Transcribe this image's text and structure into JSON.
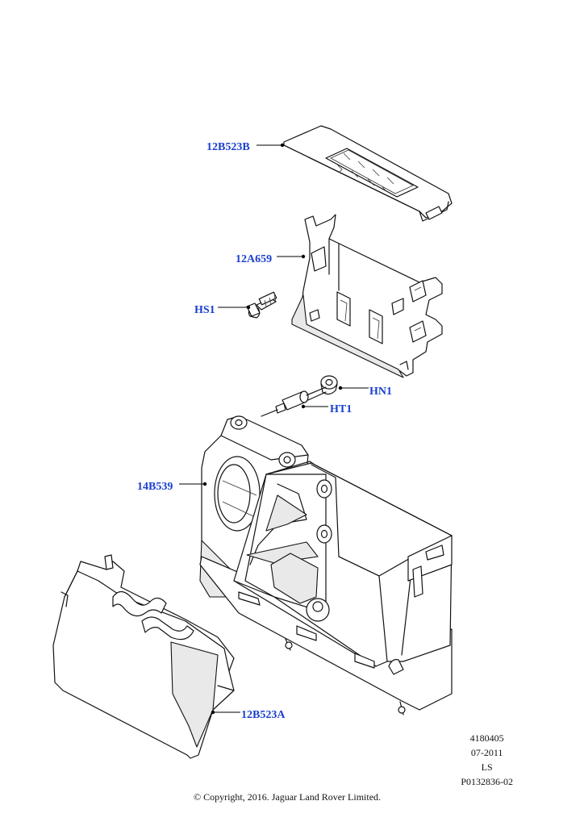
{
  "part_labels": {
    "top_cover": "12B523B",
    "bracket": "12A659",
    "screw": "HS1",
    "nut": "HN1",
    "stud": "HT1",
    "housing": "14B539",
    "lower_cover": "12B523A"
  },
  "illustration_info": {
    "number": "4180405",
    "date": "07-2011",
    "initials": "LS",
    "reference": "P0132836-02"
  },
  "copyright": "© Copyright, 2016. Jaguar Land Rover Limited.",
  "colors": {
    "label": "#1a3fd0",
    "line": "#111111",
    "background": "#ffffff"
  }
}
